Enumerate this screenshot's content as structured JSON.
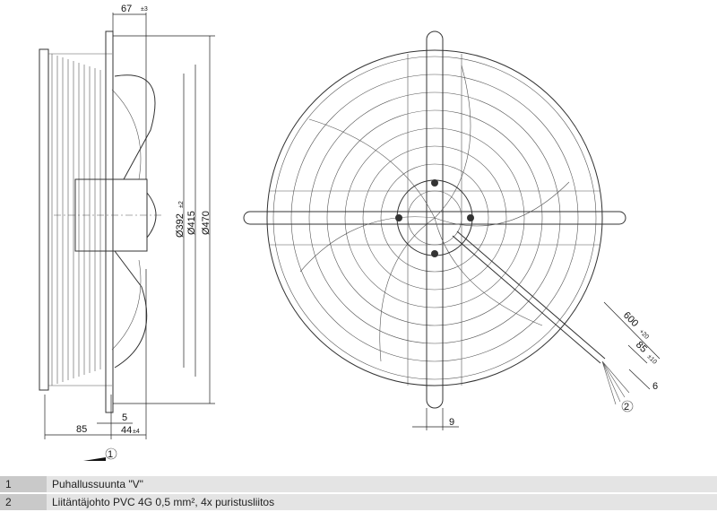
{
  "dimensions": {
    "depth": "67",
    "depth_tol": "±3",
    "d_nozzle": "Ø392",
    "d_nozzle_tol": "±2",
    "d_mount": "Ø415",
    "d_outer": "Ø470",
    "offset_85": "85",
    "gap_5": "5",
    "hub_44": "44",
    "hub_44_tol": "±4",
    "bar_9": "9",
    "cable_len": "600",
    "cable_len_tol": "+20",
    "strip_len": "85",
    "strip_len_tol": "±10",
    "strip_6": "6"
  },
  "callouts": {
    "c1": "1",
    "c2": "2"
  },
  "legend": [
    {
      "num": "1",
      "text": "Puhallussuunta \"V\""
    },
    {
      "num": "2",
      "text": "Liitäntäjohto PVC 4G 0,5 mm², 4x puristusliitos"
    }
  ]
}
